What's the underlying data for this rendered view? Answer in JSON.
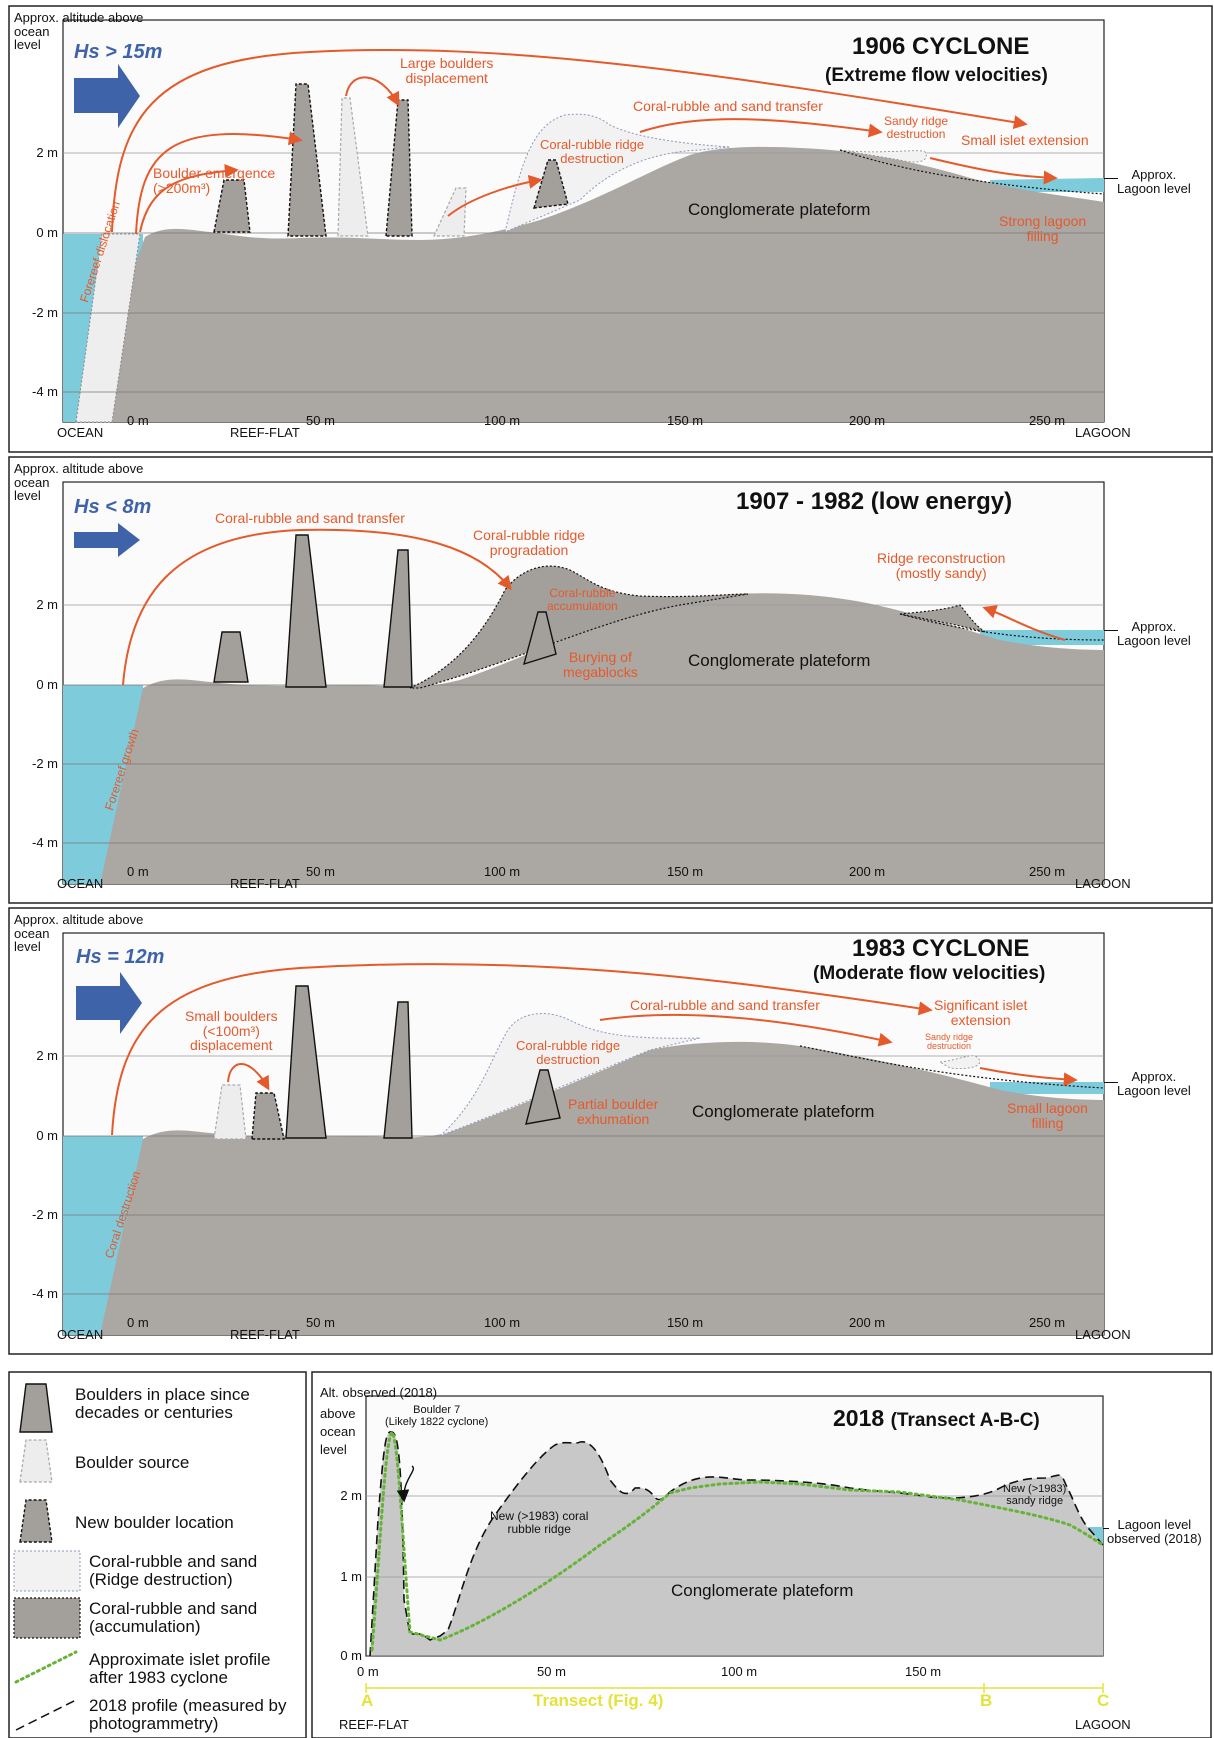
{
  "colors": {
    "water": "#7ecbdc",
    "plateform": "#aba7a3",
    "plateform_dark": "#a39f9b",
    "ridge_light": "#f2f2f2",
    "annot": "#e55a2b",
    "arrow_blue": "#3f63a8",
    "hs_text": "#3f63a8",
    "grid": "#9a9a9a",
    "profile_green": "#67b33a",
    "transect": "#e4e23c",
    "gray_2018": "#c8c8c8"
  },
  "shared": {
    "y_axis_label_1": "Approx. altitude above",
    "y_axis_label_2": "ocean",
    "y_axis_label_3": "level",
    "y_ticks": [
      "2 m",
      "0 m",
      "-2 m",
      "-4 m"
    ],
    "x_ticks": [
      "0 m",
      "50 m",
      "100 m",
      "150 m",
      "200 m",
      "250 m"
    ],
    "ocean": "OCEAN",
    "reef_flat": "REEF-FLAT",
    "lagoon": "LAGOON",
    "lagoon_level_1": "Approx.",
    "lagoon_level_2": "Lagoon level",
    "plateform": "Conglomerate plateform"
  },
  "panels": [
    {
      "hs": "Hs > 15m",
      "title": "1906 CYCLONE",
      "subtitle": "(Extreme flow velocities)",
      "annotations": {
        "large_boulders": [
          "Large boulders",
          "displacement"
        ],
        "rubble_transfer": "Coral-rubble and sand transfer",
        "sandy_ridge": [
          "Sandy ridge",
          "destruction"
        ],
        "small_islet": "Small islet extension",
        "boulder_emergence": [
          "Boulder emergence",
          "(>200m³)"
        ],
        "ridge_destruction": [
          "Coral-rubble ridge",
          "destruction"
        ],
        "lagoon_filling": [
          "Strong lagoon",
          "filling"
        ],
        "forereef": "Forereef dislocation"
      }
    },
    {
      "hs": "Hs < 8m",
      "title": "1907 - 1982 (low energy)",
      "annotations": {
        "rubble_transfer": "Coral-rubble and sand transfer",
        "ridge_prog": [
          "Coral-rubble ridge",
          "progradation"
        ],
        "accumulation": [
          "Coral-rubble",
          "accumulation"
        ],
        "burying": [
          "Burying of",
          "megablocks"
        ],
        "ridge_recon": [
          "Ridge reconstruction",
          "(mostly sandy)"
        ],
        "forereef": "Forereef growth"
      }
    },
    {
      "hs": "Hs = 12m",
      "title": "1983 CYCLONE",
      "subtitle": "(Moderate flow velocities)",
      "annotations": {
        "small_boulders": [
          "Small boulders",
          "(<100m³)",
          "displacement"
        ],
        "rubble_transfer": "Coral-rubble and sand transfer",
        "significant": [
          "Significant islet",
          "extension"
        ],
        "sandy_ridge": [
          "Sandy ridge",
          "destruction"
        ],
        "ridge_destruction": [
          "Coral-rubble ridge",
          "destruction"
        ],
        "partial": [
          "Partial boulder",
          "exhumation"
        ],
        "lagoon_filling": [
          "Small lagoon",
          "filling"
        ],
        "forereef": "Coral destruction"
      }
    }
  ],
  "legend": {
    "items": [
      [
        "Boulders in place since",
        "decades or centuries"
      ],
      [
        "Boulder source"
      ],
      [
        "New boulder location"
      ],
      [
        "Coral-rubble and sand",
        "(Ridge destruction)"
      ],
      [
        "Coral-rubble and sand",
        "(accumulation)"
      ],
      [
        "Approximate islet profile",
        "after 1983 cyclone"
      ],
      [
        "2018 profile (measured by",
        "photogrammetry)"
      ]
    ]
  },
  "panel2018": {
    "ylabel": [
      "Alt. observed (2018)",
      "above",
      "ocean",
      "level"
    ],
    "y_ticks": [
      "2 m",
      "1 m",
      "0 m"
    ],
    "x_ticks": [
      "0 m",
      "50 m",
      "100 m",
      "150 m"
    ],
    "title": "2018",
    "title_sub": "(Transect A-B-C)",
    "boulder7": [
      "Boulder 7",
      "(Likely 1822 cyclone)"
    ],
    "new_ridge": [
      "New (>1983) coral",
      "rubble ridge"
    ],
    "new_sandy": [
      "New (>1983)",
      "sandy ridge"
    ],
    "lagoon_obs": [
      "Lagoon level",
      "observed (2018)"
    ],
    "plateform": "Conglomerate plateform",
    "points": [
      "A",
      "B",
      "C"
    ],
    "transect": "Transect (Fig. 4)",
    "reef_flat": "REEF-FLAT",
    "lagoon": "LAGOON"
  }
}
